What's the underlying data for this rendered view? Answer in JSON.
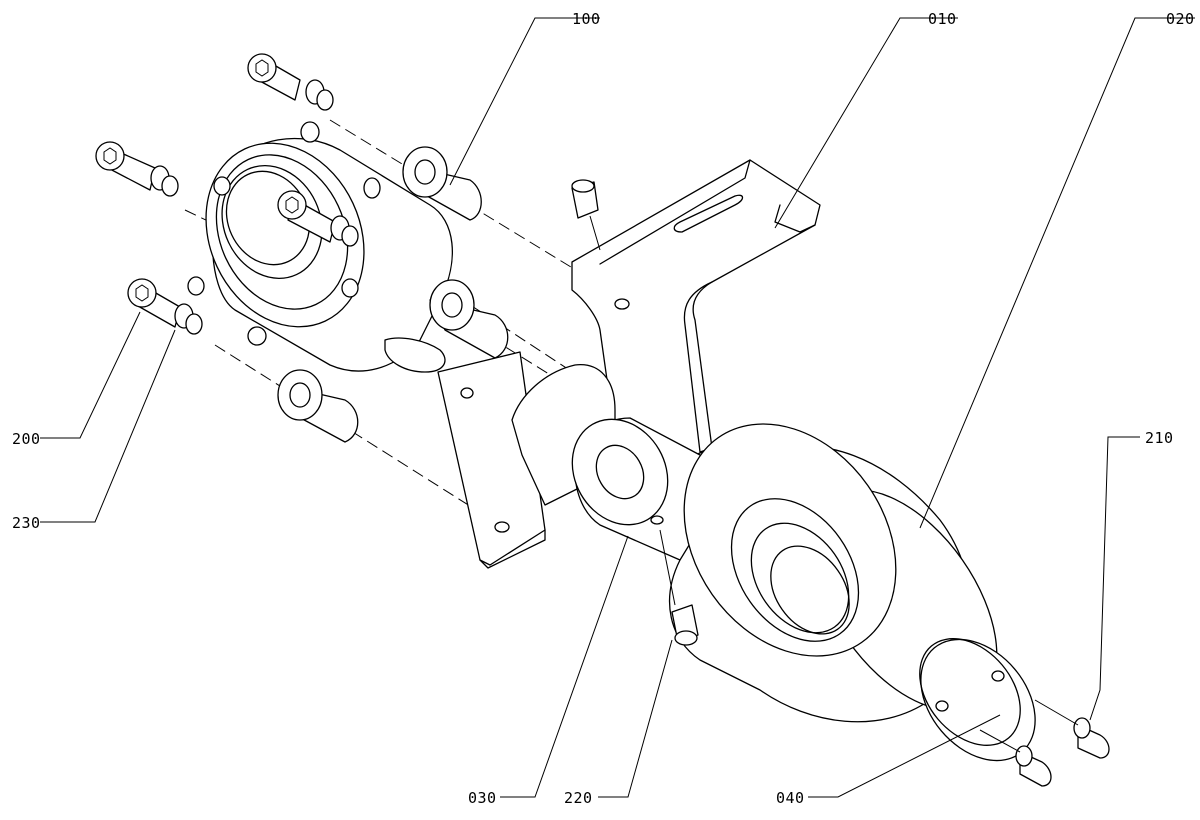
{
  "callouts": [
    {
      "id": "c100",
      "label": "100"
    },
    {
      "id": "c010",
      "label": "010"
    },
    {
      "id": "c020",
      "label": "020"
    },
    {
      "id": "c210",
      "label": "210"
    },
    {
      "id": "c200",
      "label": "200"
    },
    {
      "id": "c230",
      "label": "230"
    },
    {
      "id": "c030",
      "label": "030"
    },
    {
      "id": "c220",
      "label": "220"
    },
    {
      "id": "c040",
      "label": "040"
    }
  ],
  "colors": {
    "line": "#000000",
    "background": "#ffffff"
  }
}
